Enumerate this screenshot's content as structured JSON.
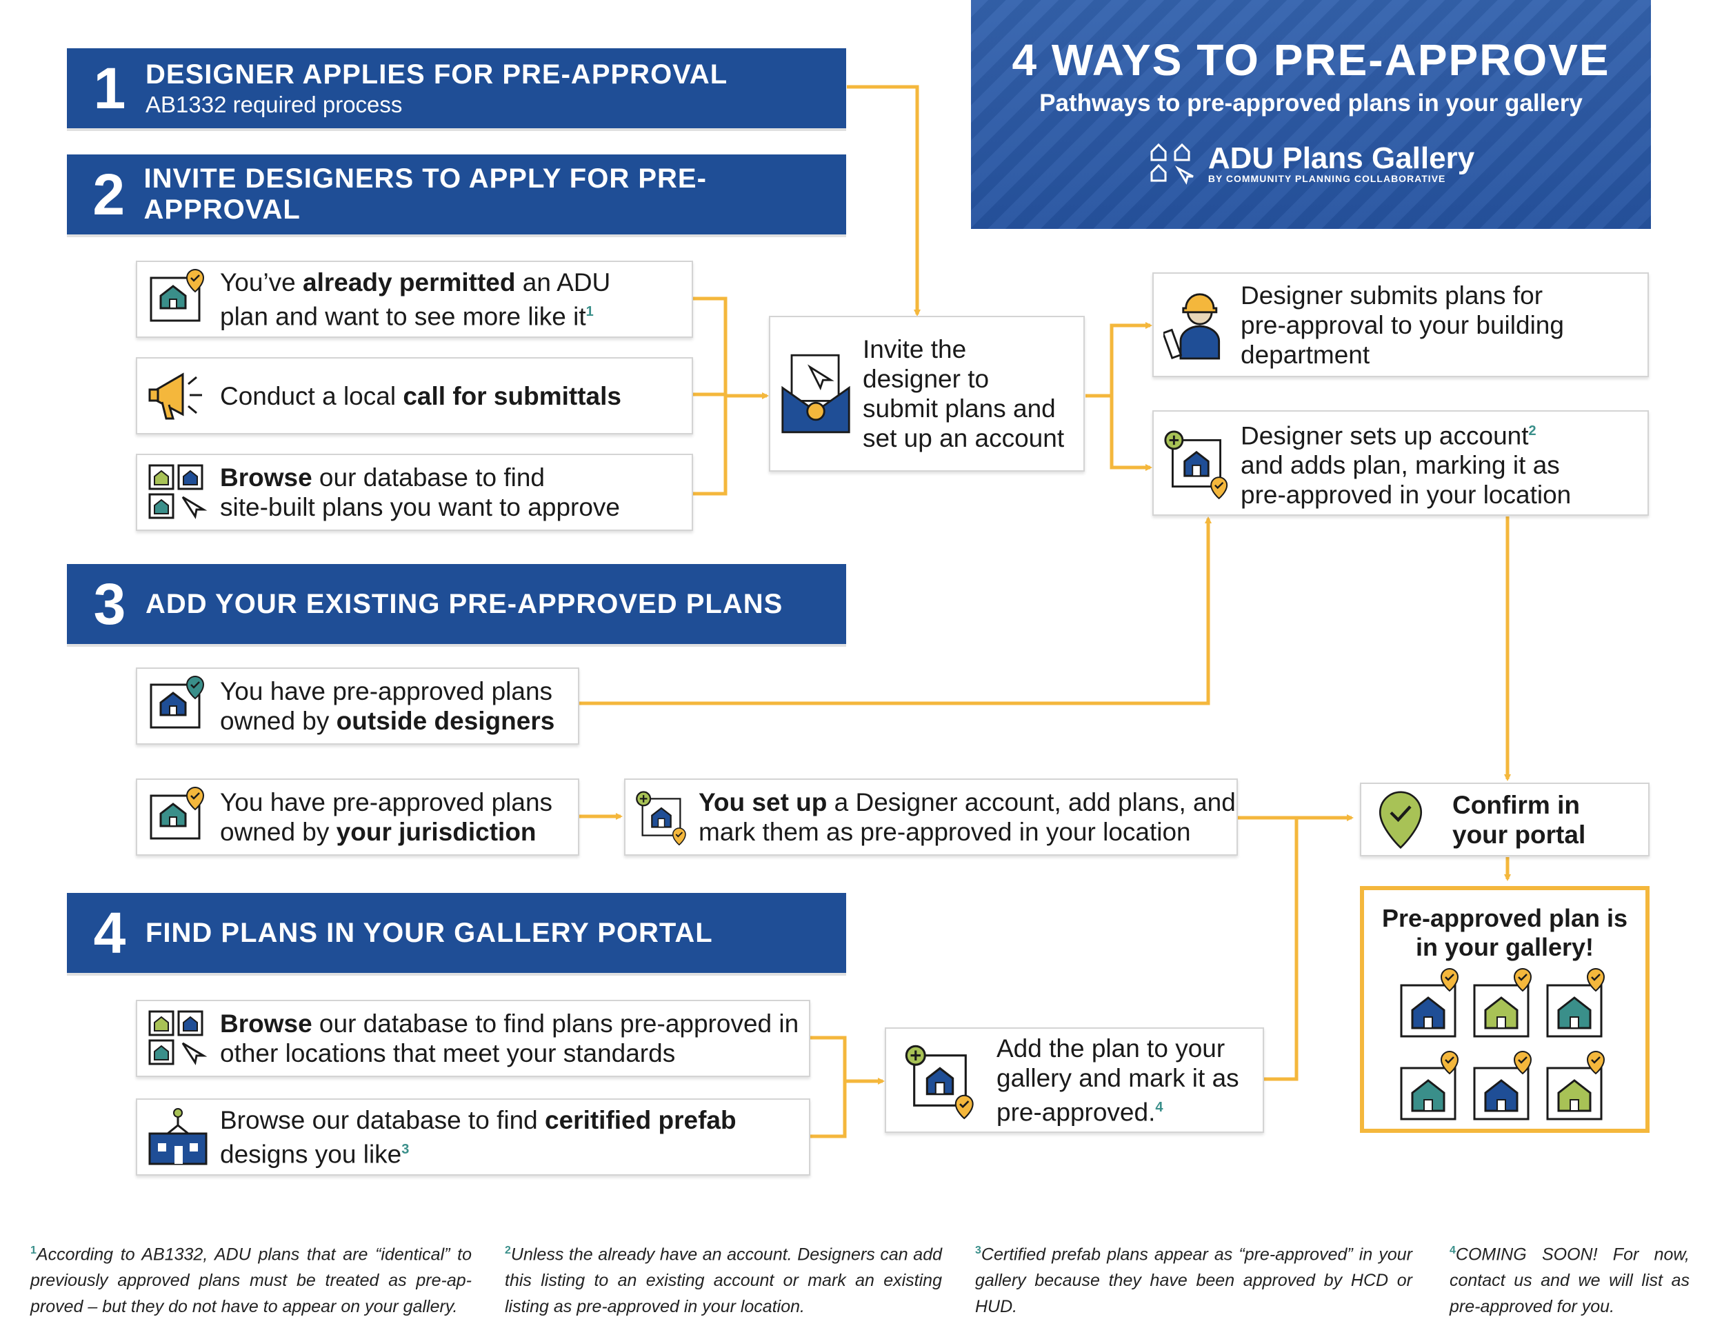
{
  "header": {
    "title": "4 WAYS TO PRE-APPROVE",
    "subtitle": "Pathways to pre-approved plans in your gallery",
    "logo_name": "ADU Plans Gallery",
    "logo_sub": "BY COMMUNITY PLANNING COLLABORATIVE"
  },
  "banners": [
    {
      "num": "1",
      "title": "DESIGNER APPLIES FOR PRE-APPROVAL",
      "sub": "AB1332 required process"
    },
    {
      "num": "2",
      "title": "INVITE DESIGNERS TO APPLY FOR PRE-APPROVAL"
    },
    {
      "num": "3",
      "title": "ADD YOUR EXISTING PRE-APPROVED PLANS"
    },
    {
      "num": "4",
      "title": "FIND PLANS IN YOUR GALLERY PORTAL"
    }
  ],
  "s2": {
    "permitted": {
      "pre": "You’ve ",
      "bold": "already permitted",
      "post": " an ADU",
      "line2": "plan and want to see more like it",
      "sup": "1"
    },
    "call": {
      "pre": "Conduct a local ",
      "bold": "call for submittals"
    },
    "browse": {
      "bold": "Browse",
      "post": " our database to find",
      "line2": "site-built plans you want to approve"
    }
  },
  "invite": {
    "l1": "Invite the",
    "l2": "designer to",
    "l3": "submit plans and",
    "l4": "set up an account"
  },
  "submits": {
    "l1": "Designer submits plans for",
    "l2": "pre-approval to your building",
    "l3": "department"
  },
  "setsup": {
    "l1": "Designer sets up account",
    "sup": "2",
    "l2": "and adds plan, marking it as",
    "l3": "pre-approved in your location"
  },
  "s3": {
    "outside": {
      "l1": "You have pre-approved plans",
      "pre2": "owned by ",
      "bold2": "outside designers"
    },
    "juris": {
      "l1": "You have pre-approved plans",
      "pre2": "owned by ",
      "bold2": "your jurisdiction"
    },
    "setup": {
      "bold": "You set up",
      "post": " a Designer account, add plans, and",
      "l2": "mark them as pre-approved in your location"
    }
  },
  "confirm": {
    "l1": "Confirm in",
    "l2": "your portal"
  },
  "gallery": {
    "l1": "Pre-approved plan is",
    "l2": "in your gallery!"
  },
  "s4": {
    "browse": {
      "bold": "Browse",
      "post": " our database to find plans pre-approved in",
      "l2": "other locations that meet your standards"
    },
    "prefab": {
      "pre": "Browse our database to find ",
      "bold": "ceritified prefab",
      "l2": "designs you like",
      "sup": "3"
    },
    "add": {
      "l1": "Add the plan to your",
      "l2": "gallery and mark it as",
      "l3": "pre-approved.",
      "sup": "4"
    }
  },
  "footnotes": [
    {
      "n": "1",
      "text": "According to AB1332, ADU plans that are “identical” to previously approved plans must be treated as pre-ap-proved – but they do not have to appear on your gallery."
    },
    {
      "n": "2",
      "text": "Unless the already have an account.  Designers can add this listing to an existing account or mark an existing listing as pre-approved in your location."
    },
    {
      "n": "3",
      "text": "Certified prefab plans appear as “pre-approved” in your gallery because they have been approved by HCD or HUD."
    },
    {
      "n": "4",
      "text": "COMING SOON! For now, contact us and we will list as pre-approved for you."
    }
  ],
  "colors": {
    "navy": "#1f4e96",
    "yellow": "#f4b73c",
    "teal": "#3a8f8a",
    "lime": "#a8c256",
    "blue": "#2a5aa8"
  },
  "icons": [
    "plan-check-icon",
    "megaphone-icon",
    "browse-grid-icon",
    "envelope-invite-icon",
    "worker-icon",
    "add-plan-icon",
    "location-check-icon",
    "crane-prefab-icon",
    "house-check-icon"
  ]
}
